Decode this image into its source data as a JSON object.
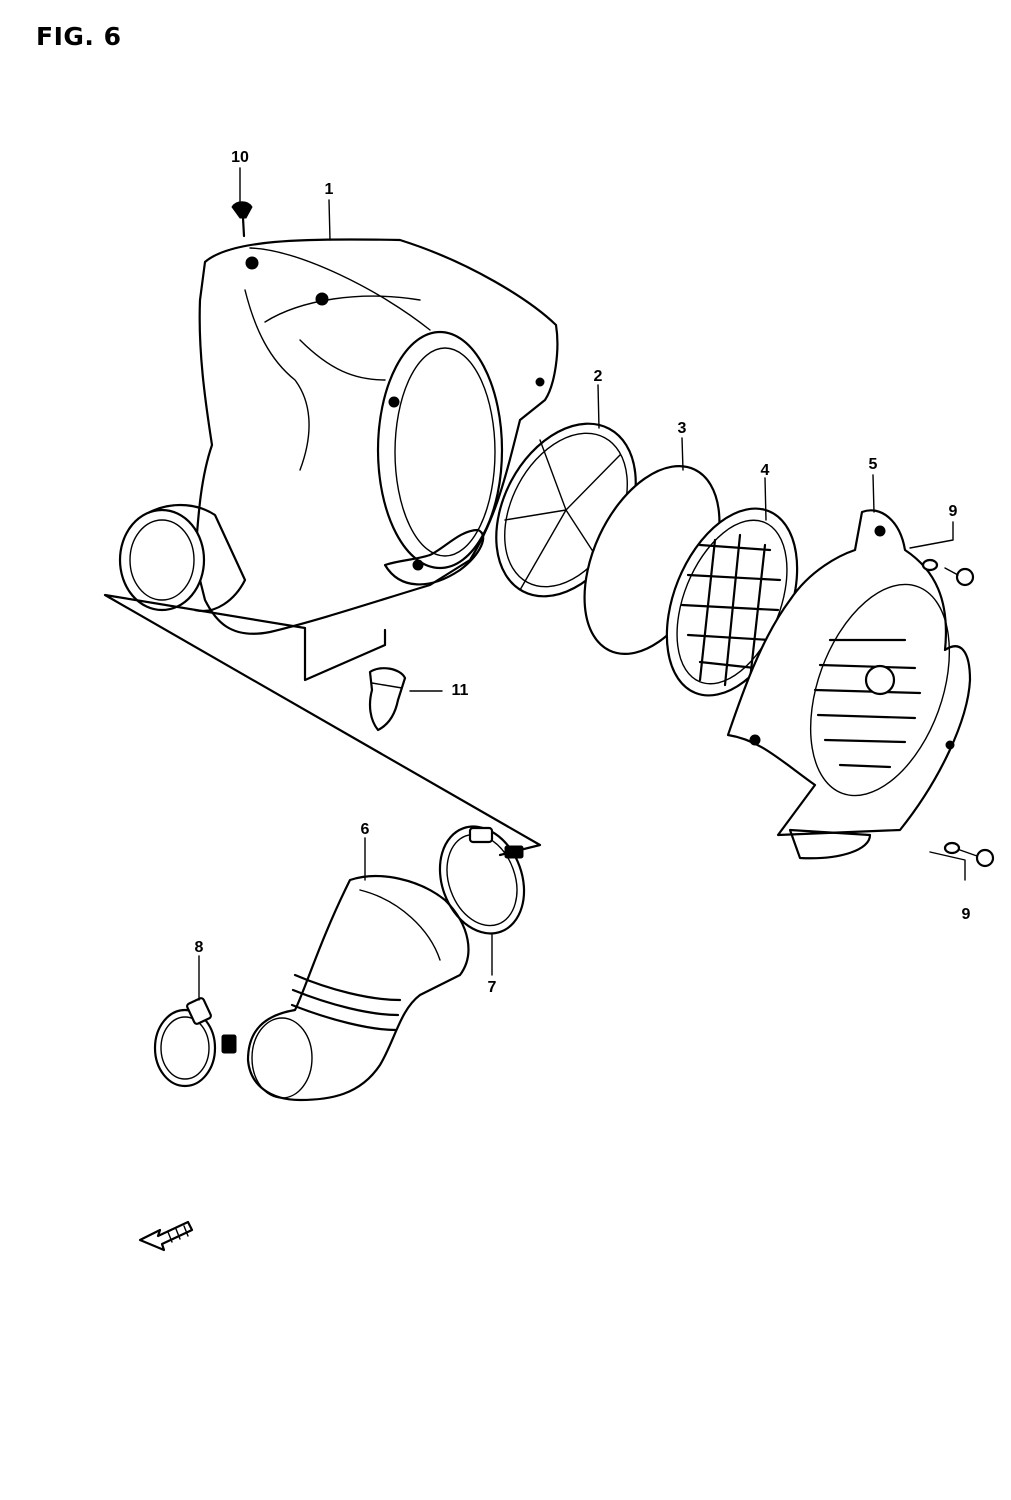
{
  "figure": {
    "title": "FIG. 6"
  },
  "callouts": [
    {
      "id": "1",
      "label": "1"
    },
    {
      "id": "2",
      "label": "2"
    },
    {
      "id": "3",
      "label": "3"
    },
    {
      "id": "4",
      "label": "4"
    },
    {
      "id": "5",
      "label": "5"
    },
    {
      "id": "6",
      "label": "6"
    },
    {
      "id": "7",
      "label": "7"
    },
    {
      "id": "8",
      "label": "8"
    },
    {
      "id": "9a",
      "label": "9"
    },
    {
      "id": "9b",
      "label": "9"
    },
    {
      "id": "10",
      "label": "10"
    },
    {
      "id": "11",
      "label": "11"
    }
  ],
  "icons": {
    "direction_arrow": "front-direction-arrow-icon"
  }
}
